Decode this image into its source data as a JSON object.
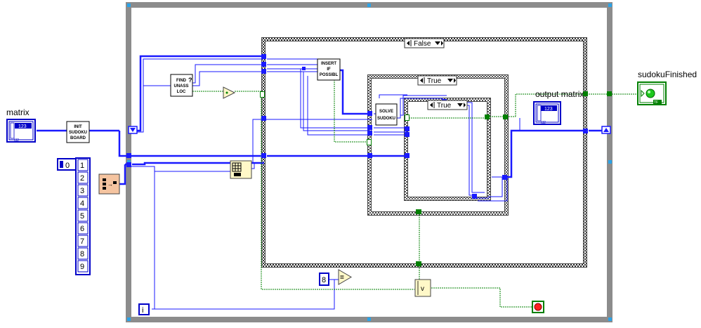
{
  "labels": {
    "matrix": "matrix",
    "output_matrix": "output matrix",
    "sudoku_finished": "sudokuFinished"
  },
  "case_structures": {
    "outer_case": "False",
    "middle_case": "True",
    "inner_case": "True"
  },
  "subvis": {
    "init_board": [
      "INIT",
      "SUDOKU",
      "BOARD"
    ],
    "find_unassigned": [
      "FIND",
      "UNASS",
      "LOC"
    ],
    "insert_if_possible": [
      "INSERT",
      "IF",
      "POSSIBL"
    ],
    "solve_sudoku": [
      "SOLVE",
      "SUDOKU"
    ]
  },
  "array_constant": {
    "index": "0",
    "values": [
      "1",
      "2",
      "3",
      "4",
      "5",
      "6",
      "7",
      "8",
      "9"
    ]
  },
  "constants": {
    "loop_limit": "8",
    "iteration_terminal": "i"
  },
  "terminal_tags": {
    "matrix_in": "123",
    "output_in": "123",
    "indicator": "TF"
  },
  "colors": {
    "wire_blue": "#1a1aff",
    "wire_green": "#008000",
    "loop_frame": "#8c8c8c",
    "case_hatch": "#555555",
    "terminal_blue": "#0000c8",
    "selector": "#2a5db0"
  }
}
